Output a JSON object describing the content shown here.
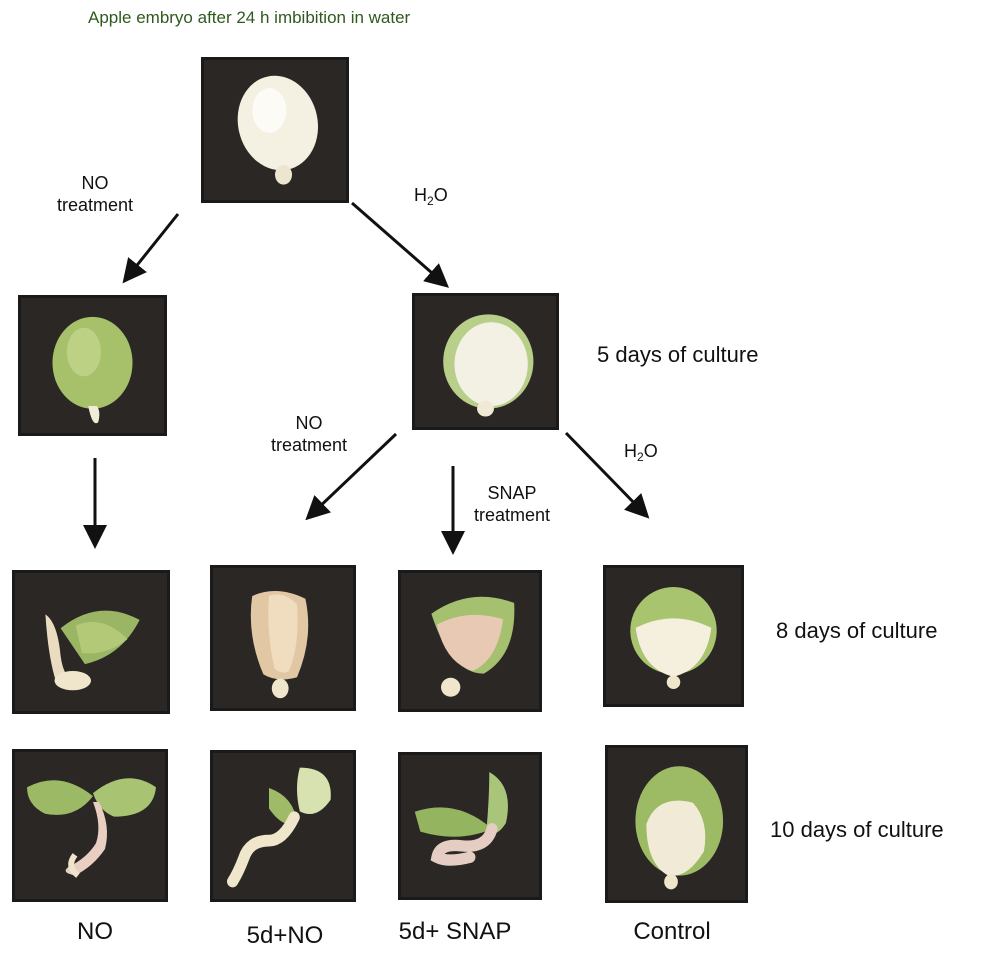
{
  "title": "Apple embryo after 24 h imbibition in water",
  "labels": {
    "no_treatment_top": [
      "NO",
      "treatment"
    ],
    "h2o_top": {
      "main": "H",
      "sub": "2",
      "tail": "O"
    },
    "no_treatment_mid": [
      "NO",
      "treatment"
    ],
    "snap_treatment": [
      "SNAP",
      "treatment"
    ],
    "h2o_mid": {
      "main": "H",
      "sub": "2",
      "tail": "O"
    }
  },
  "stages": {
    "day5": "5 days of culture",
    "day8": "8 days of culture",
    "day10": "10 days of culture"
  },
  "columns": {
    "no": "NO",
    "d5no": "5d+NO",
    "d5snap": "5d+ SNAP",
    "control": "Control"
  }
}
